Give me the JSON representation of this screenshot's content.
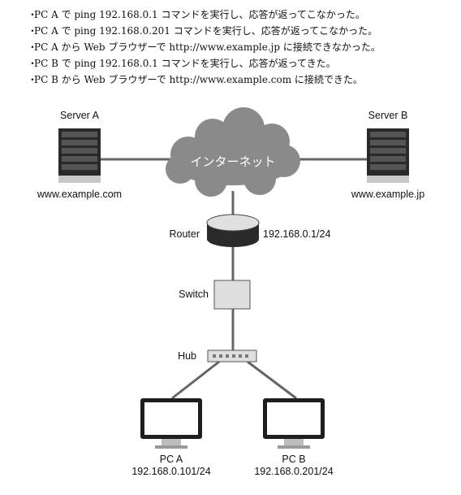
{
  "notes": [
    "PC A で ping 192.168.0.1 コマンドを実行し、応答が返ってこなかった。",
    "PC A で ping 192.168.0.201 コマンドを実行し、応答が返ってこなかった。",
    "PC A から Web ブラウザーで http://www.example.jp に接続できなかった。",
    "PC B で ping 192.168.0.1 コマンドを実行し、応答が返ってきた。",
    "PC B から Web ブラウザーで http://www.example.com に接続できた。"
  ],
  "bullet": "・",
  "diagram": {
    "internet_label": "インターネット",
    "server_a": {
      "name": "Server A",
      "host": "www.example.com"
    },
    "server_b": {
      "name": "Server B",
      "host": "www.example.jp"
    },
    "router": {
      "name": "Router",
      "ip": "192.168.0.1/24"
    },
    "switch": {
      "name": "Switch"
    },
    "hub": {
      "name": "Hub"
    },
    "pc_a": {
      "name": "PC A",
      "ip": "192.168.0.101/24"
    },
    "pc_b": {
      "name": "PC B",
      "ip": "192.168.0.201/24"
    }
  },
  "colors": {
    "cloud": "#8a8a8a",
    "device_fill": "#dedede",
    "server_dark": "#2a2a2a",
    "line": "#666666"
  }
}
